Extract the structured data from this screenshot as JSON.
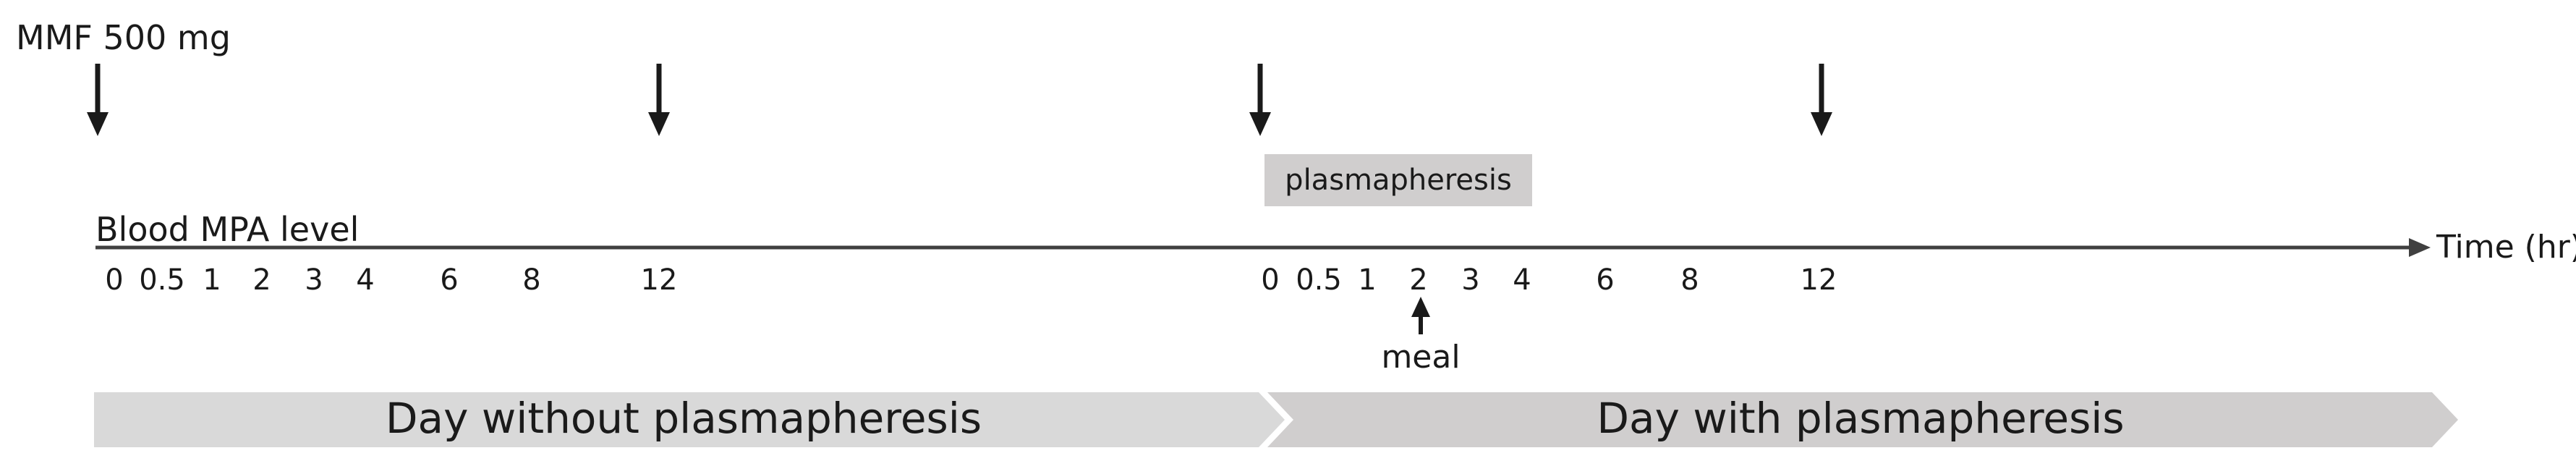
{
  "dose_label": "MMF 500 mg",
  "timeline": {
    "line_label": "Blood MPA level",
    "axis_label": "Time (hr)",
    "day1_ticks": [
      "0",
      "0.5",
      "1",
      "2",
      "3",
      "4",
      "6",
      "8",
      "12"
    ],
    "day2_ticks": [
      "0",
      "0.5",
      "1",
      "2",
      "3",
      "4",
      "6",
      "8",
      "12"
    ]
  },
  "procedure_box": {
    "label": "plasmapheresis"
  },
  "meal_marker": {
    "label": "meal"
  },
  "phases": [
    {
      "label": "Day without plasmapheresis"
    },
    {
      "label": "Day with plasmapheresis"
    }
  ],
  "colors": {
    "ink": "#1a1a1a",
    "axis": "#404040",
    "box": "#d0cece",
    "phase1": "#d9d9d9",
    "phase2": "#d0cece"
  },
  "icons": [
    "down-arrow-icon",
    "up-arrow-icon",
    "arrowhead-icon"
  ]
}
